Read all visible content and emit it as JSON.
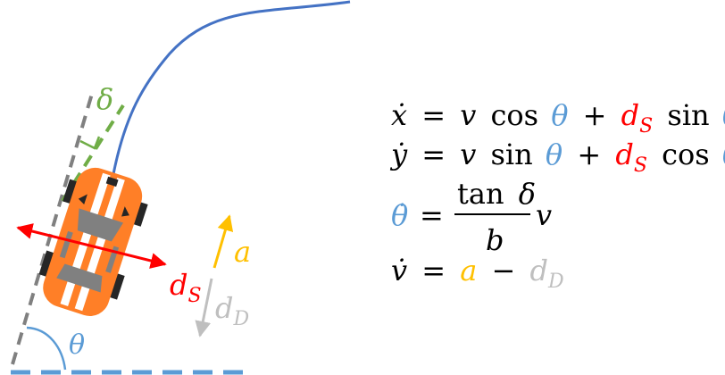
{
  "colors": {
    "blue": "#4472C4",
    "theta_blue": "#5B9BD5",
    "green": "#70AD47",
    "gray": "#808080",
    "light_gray": "#BFBFBF",
    "red": "#FF0000",
    "gold": "#FFC000",
    "orange": "#FF7F27",
    "dark": "#262626",
    "text": "#000000"
  },
  "icons": {
    "car": "car-icon"
  },
  "labels": {
    "delta": "δ",
    "theta": "θ",
    "a": "a",
    "d": "d",
    "S": "S",
    "D": "D"
  },
  "equations": {
    "eq1": {
      "lhs": "ẋ",
      "eq": "=",
      "v": "v",
      "cos": "cos",
      "theta": "θ",
      "plus": "+",
      "d": "d",
      "S": "S",
      "sin": "sin"
    },
    "eq2": {
      "lhs": "ẏ",
      "eq": "=",
      "v": "v",
      "sin": "sin",
      "theta": "θ",
      "plus": "+",
      "d": "d",
      "S": "S",
      "cos": "cos"
    },
    "eq3": {
      "lhs": "θ̇",
      "eq": "=",
      "tan": "tan",
      "delta": "δ",
      "den": "b",
      "v": "v"
    },
    "eq4": {
      "lhs": "v̇",
      "eq": "=",
      "a": "a",
      "minus": "−",
      "d": "d",
      "D": "D"
    }
  }
}
